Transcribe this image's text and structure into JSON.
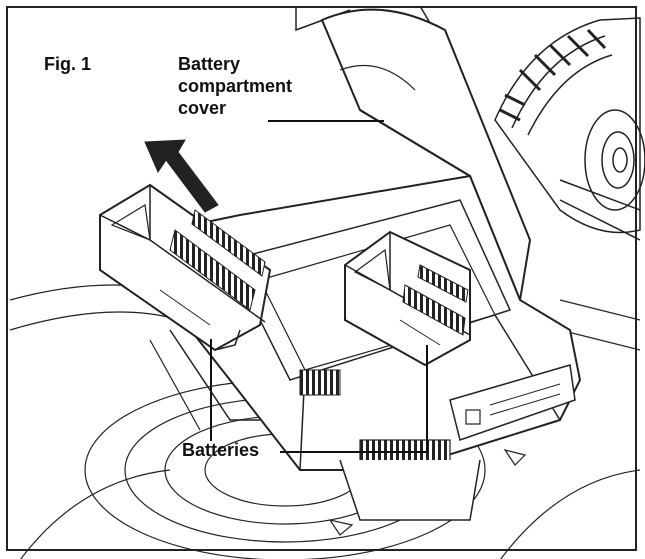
{
  "figure": {
    "fig_label": "Fig. 1",
    "cover_label_lines": [
      "Battery",
      "compartment",
      "cover"
    ],
    "batteries_label": "Batteries"
  },
  "colors": {
    "line": "#222222",
    "label": "#111111",
    "background": "#ffffff"
  },
  "icons": {
    "direction_arrow": "arrow-up-left-icon"
  }
}
